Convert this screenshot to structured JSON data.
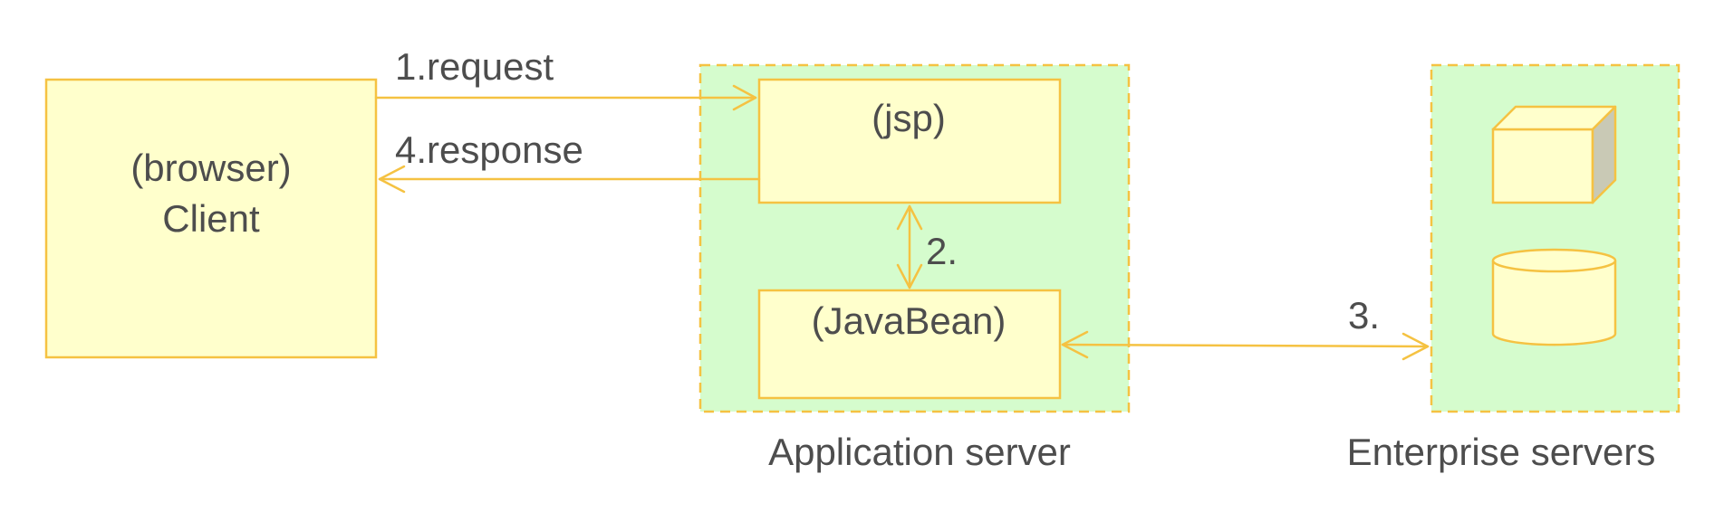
{
  "client": {
    "line1": "(browser)",
    "line2": "Client"
  },
  "application_server": {
    "label": "Application server",
    "jsp_label": "(jsp)",
    "bean_label": "(JavaBean)"
  },
  "enterprise_servers": {
    "label": "Enterprise servers"
  },
  "arrows": {
    "request": "1.request",
    "response": "4.response",
    "step2": "2.",
    "step3": "3."
  },
  "colors": {
    "box_fill": "#ffffcc",
    "stroke": "#f5c242",
    "container_fill": "#d5fccd",
    "text": "#4d4d4d",
    "server_side": "#c9c9b5"
  }
}
